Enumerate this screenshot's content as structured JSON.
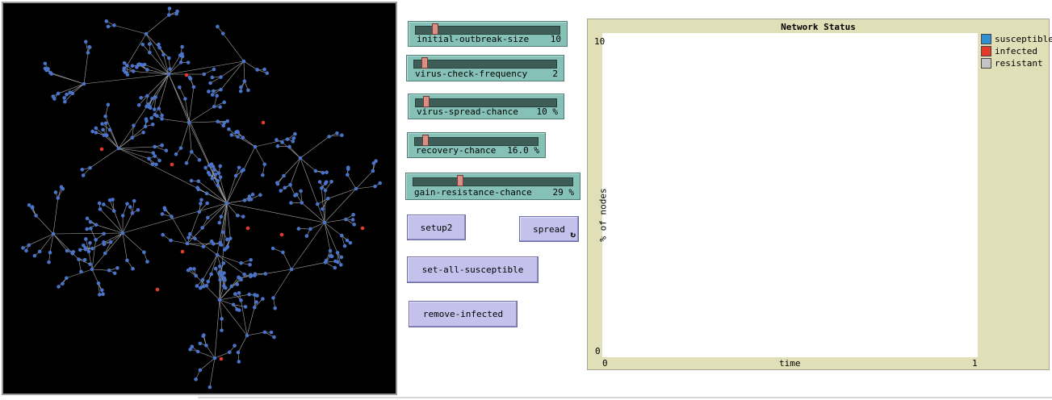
{
  "colors": {
    "node": "#4a74c9",
    "infected": "#e23b2c",
    "link": "#a8a8a8",
    "view_bg": "#000000",
    "slider_bg": "#85c1b7",
    "button_bg": "#c4c2ec",
    "plot_bg": "#e0dfb8"
  },
  "sliders": [
    {
      "label": "initial-outbreak-size",
      "value": "10",
      "fraction": 0.12
    },
    {
      "label": "virus-check-frequency",
      "value": "2",
      "fraction": 0.06
    },
    {
      "label": "virus-spread-chance",
      "value": "10 %",
      "fraction": 0.06
    },
    {
      "label": "recovery-chance",
      "value": "16.0 %",
      "fraction": 0.07
    },
    {
      "label": "gain-resistance-chance",
      "value": "29 %",
      "fraction": 0.29
    }
  ],
  "buttons": {
    "setup": "setup2",
    "spread": "spread",
    "set_all_susceptible": "set-all-susceptible",
    "remove_infected": "remove-infected"
  },
  "spread_forever_icon": "forever-loop-icon",
  "plot": {
    "title": "Network Status",
    "ylabel": "% of nodes",
    "xlabel": "time",
    "ymax": "10",
    "ymin": "0",
    "xmin": "0",
    "xmax": "1",
    "legend": [
      {
        "name": "susceptible",
        "color": "#2f8fd1"
      },
      {
        "name": "infected",
        "color": "#e23b2c"
      },
      {
        "name": "resistant",
        "color": "#c4c4c4"
      }
    ]
  }
}
